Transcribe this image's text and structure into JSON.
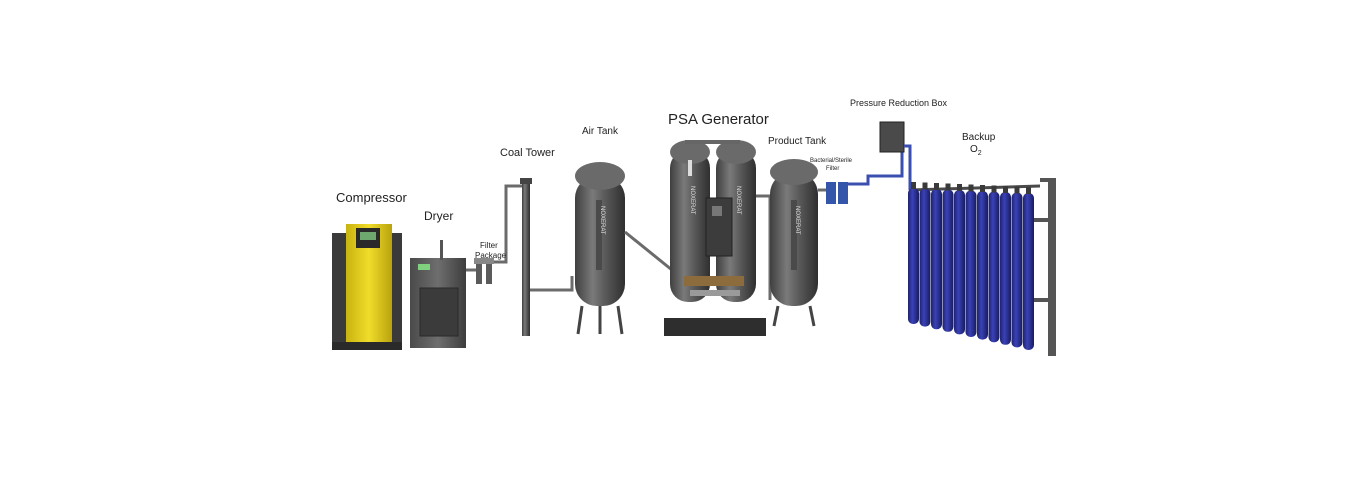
{
  "title": "PSA Generator",
  "labels": {
    "compressor": "Compressor",
    "dryer": "Dryer",
    "filter_package_1": "Filter",
    "filter_package_2": "Package",
    "coal_tower": "Coal Tower",
    "air_tank": "Air Tank",
    "product_tank": "Product Tank",
    "bacterial_filter_1": "Bacterial/Sterile",
    "bacterial_filter_2": "Filter",
    "pressure_reduction_box": "Pressure Reduction Box",
    "backup_1": "Backup",
    "backup_2": "O",
    "backup_sub": "2"
  },
  "tank_brand": "NOXERAT",
  "colors": {
    "compressor_yellow": "#e8d21c",
    "tank_gray": "#5f5f5f",
    "cylinder_blue": "#2a2f8f",
    "pipe_gray": "#6b6b6b",
    "frame_gray": "#555555"
  },
  "cylinder_count": 11
}
